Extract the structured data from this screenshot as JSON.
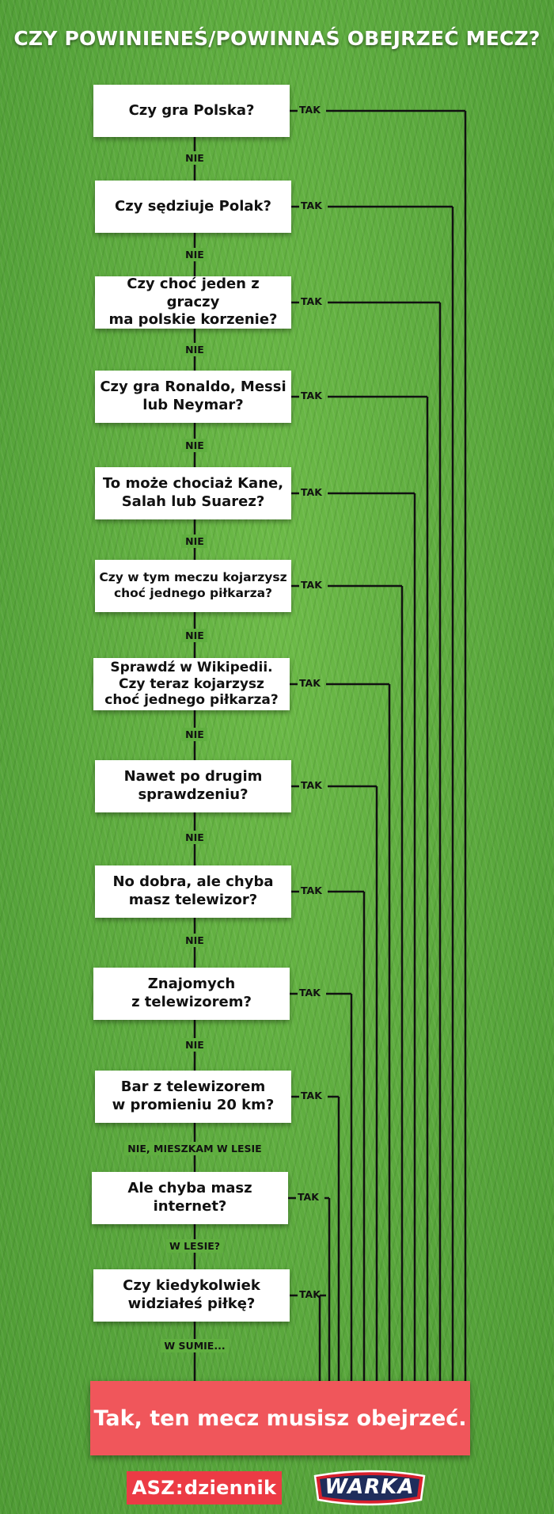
{
  "title": "CZY POWINIENEŚ/POWINNAŚ OBEJRZEĆ MECZ?",
  "yes_label": "TAK",
  "questions": [
    {
      "text": "Czy gra Polska?",
      "no": "NIE"
    },
    {
      "text": "Czy sędziuje Polak?",
      "no": "NIE"
    },
    {
      "text": "Czy choć jeden z graczy\nma polskie korzenie?",
      "no": "NIE"
    },
    {
      "text": "Czy gra Ronaldo, Messi\nlub Neymar?",
      "no": "NIE"
    },
    {
      "text": "To może chociaż Kane,\nSalah lub Suarez?",
      "no": "NIE"
    },
    {
      "text": "Czy w tym meczu kojarzysz\nchoć jednego piłkarza?",
      "no": "NIE"
    },
    {
      "text": "Sprawdź w Wikipedii.\nCzy teraz kojarzysz\nchoć jednego piłkarza?",
      "no": "NIE"
    },
    {
      "text": "Nawet po drugim\nsprawdzeniu?",
      "no": "NIE"
    },
    {
      "text": "No dobra, ale chyba\nmasz telewizor?",
      "no": "NIE"
    },
    {
      "text": "Znajomych\nz telewizorem?",
      "no": "NIE"
    },
    {
      "text": "Bar z telewizorem\nw promieniu 20 km?",
      "no": "NIE, MIESZKAM W LESIE"
    },
    {
      "text": "Ale chyba masz internet?",
      "no": "W LESIE?"
    },
    {
      "text": "Czy kiedykolwiek\nwidziałeś piłkę?",
      "no": "W SUMIE..."
    }
  ],
  "final": "Tak, ten mecz musisz obejrzeć.",
  "logos": {
    "asz_left": "ASZ",
    "asz_colon": ":",
    "asz_right": "dziennik",
    "warka": "WARKA"
  },
  "colors": {
    "grass": "#5fae3f",
    "final_box": "#f0565b",
    "asz_red": "#ec3b45",
    "warka_navy": "#1f2d5c",
    "warka_red": "#d8202c"
  }
}
